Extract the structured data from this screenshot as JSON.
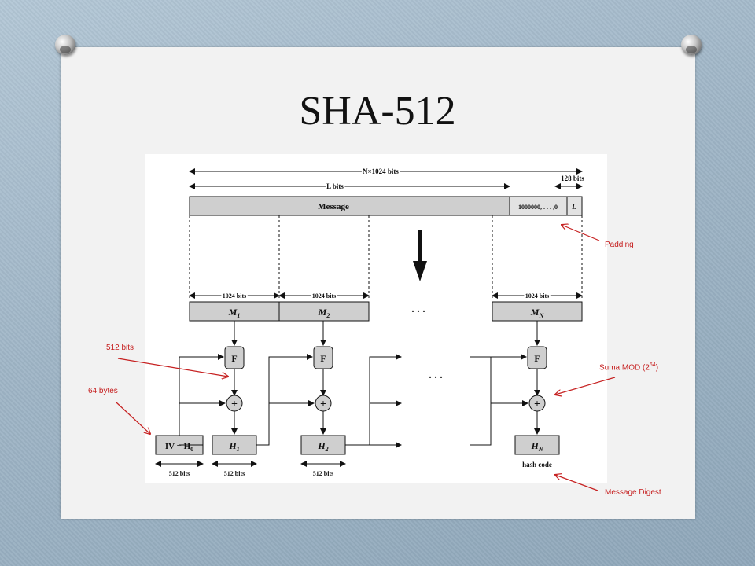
{
  "title": "SHA-512",
  "diagram": {
    "n_bits": "N×1024 bits",
    "l_bits": "L bits",
    "b128": "128 bits",
    "message": "Message",
    "padding_bits": "1000000, . . . ,0",
    "length_field": "L",
    "block_bits": "1024  bits",
    "blocks": [
      {
        "base": "M",
        "sub": "1"
      },
      {
        "base": "M",
        "sub": "2"
      },
      {
        "base": "M",
        "sub": "N"
      }
    ],
    "f_label": "F",
    "plus": "+",
    "iv": {
      "base": "IV = H",
      "sub": "0"
    },
    "hashes": [
      {
        "base": "H",
        "sub": "1"
      },
      {
        "base": "H",
        "sub": "2"
      },
      {
        "base": "H",
        "sub": "N"
      }
    ],
    "bits512": "512  bits",
    "hash_code": "hash code",
    "ellipsis": ". . ."
  },
  "annotations": {
    "padding": "Padding",
    "bits512": "512 bits",
    "bytes64": "64 bytes",
    "suma_prefix": "Suma MOD (2",
    "suma_exp": "64",
    "suma_suffix": ")",
    "digest": "Message Digest"
  }
}
